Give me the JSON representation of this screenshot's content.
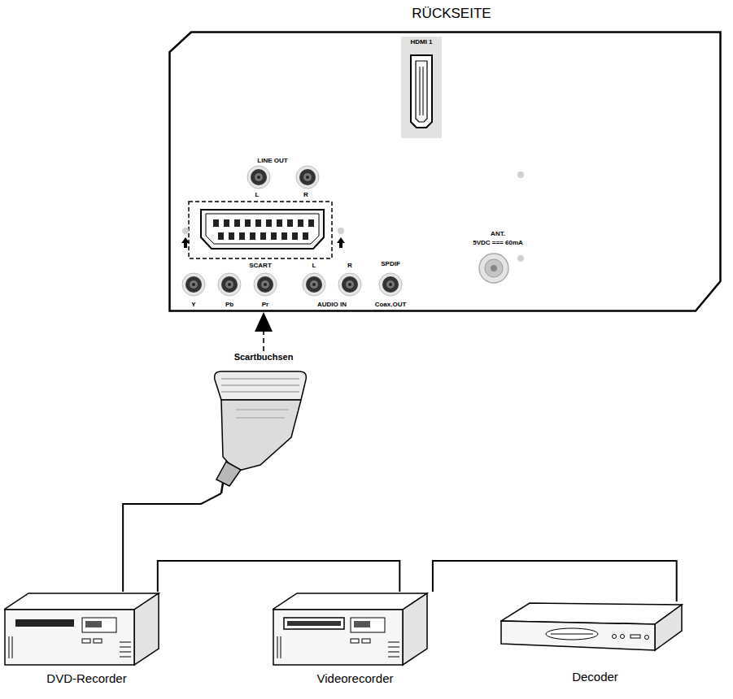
{
  "diagram": {
    "title": "RÜCKSEITE",
    "nodes": [
      {
        "text": [
          "RÜCKSEITE"
        ]
      },
      {
        "text": [
          "Scartbuchsen"
        ]
      },
      {
        "text": [
          "DVD-Recorder"
        ]
      },
      {
        "text": [
          "Videorecorder"
        ]
      },
      {
        "text": [
          "Decoder"
        ]
      }
    ],
    "edges": [
      {
        "from": 1,
        "to": 0,
        "arrow": "to"
      },
      {
        "from": 1,
        "to": 2,
        "arrow": "none"
      },
      {
        "from": 2,
        "to": 3,
        "arrow": "none"
      },
      {
        "from": 3,
        "to": 4,
        "arrow": "none"
      }
    ],
    "labels": [
      "HDMI 1",
      "LINE OUT",
      "L",
      "R",
      "SCART",
      "L",
      "R",
      "SPDIF",
      "Y",
      "Pb",
      "Pr",
      "AUDIO IN",
      "Coax.OUT",
      "ANT.",
      "5VDC === 60mA"
    ]
  }
}
